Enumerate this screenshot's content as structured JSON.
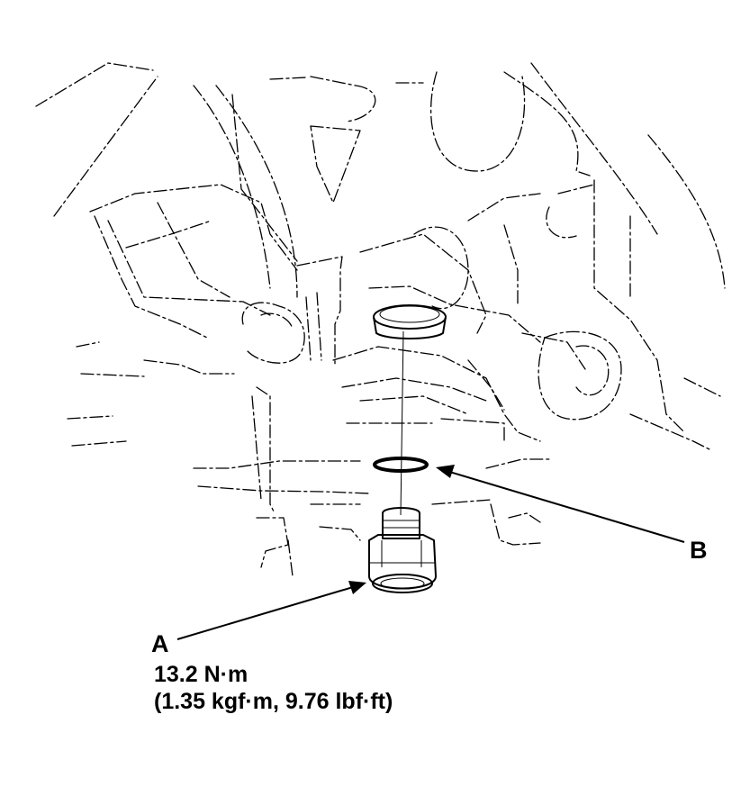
{
  "callouts": {
    "a": {
      "letter": "A",
      "torque_metric": "13.2 N·m",
      "torque_alt": "(1.35 kgf·m, 9.76 lbf·ft)"
    },
    "b": {
      "letter": "B"
    }
  },
  "colors": {
    "line": "#000000",
    "background": "#ffffff"
  }
}
